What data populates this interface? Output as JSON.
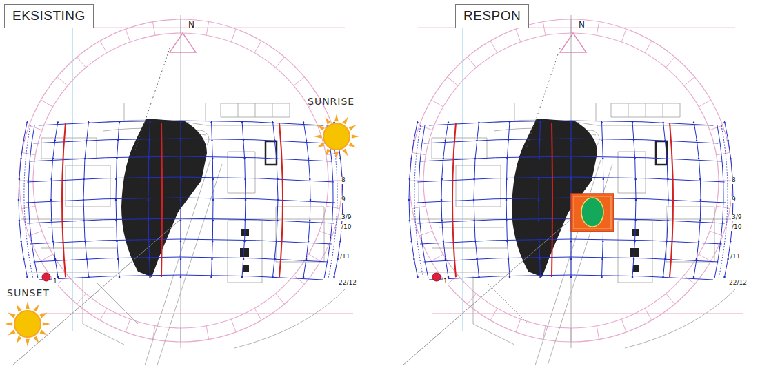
{
  "diagram": {
    "nodes": [
      {
        "text": [
          "EKSISTING"
        ]
      },
      {
        "text": [
          "RESPON"
        ]
      }
    ],
    "labels": [
      "SUNRISE",
      "SUNSET",
      "N",
      "8",
      "9",
      "3/9",
      "/10",
      "/11",
      "22/12",
      "1",
      "N",
      "8",
      "9",
      "3/9",
      "/10",
      "/11",
      "22/12",
      "1"
    ]
  }
}
